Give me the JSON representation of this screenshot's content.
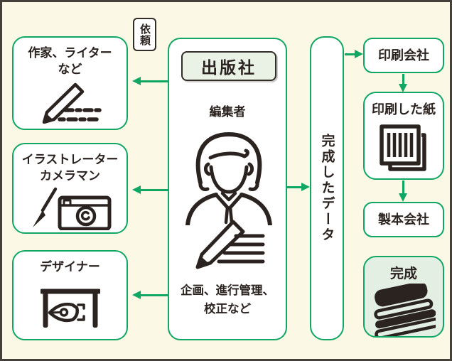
{
  "colors": {
    "background": "#FBF8E5",
    "frame": "#45403A",
    "accent_green": "#0FA763",
    "ink": "#2B2320",
    "panel_fill": "#E4EFE3",
    "title_fill": "#EAF2E6"
  },
  "request_tag": {
    "label": "依頼"
  },
  "suppliers": [
    {
      "lines": [
        "作家、ライター",
        "など"
      ],
      "icon": "pencil-notes-icon"
    },
    {
      "lines": [
        "イラストレーター",
        "カメラマン"
      ],
      "icon": "brush-camera-icon"
    },
    {
      "lines": [
        "デザイナー"
      ],
      "icon": "pen-nib-board-icon"
    }
  ],
  "publisher": {
    "title": "出版社",
    "role": "編集者",
    "person_icon": "editor-person-icon",
    "task_icon": "pencil-writing-icon",
    "tasks_line1": "企画、進行管理、",
    "tasks_line2": "校正など"
  },
  "data_pipe": {
    "label": "完成したデータ"
  },
  "production": [
    {
      "label": "印刷会社"
    },
    {
      "label": "印刷した紙",
      "icon": "printed-paper-icon"
    },
    {
      "label": "製本会社"
    },
    {
      "label": "完成",
      "icon": "book-stack-icon"
    }
  ]
}
